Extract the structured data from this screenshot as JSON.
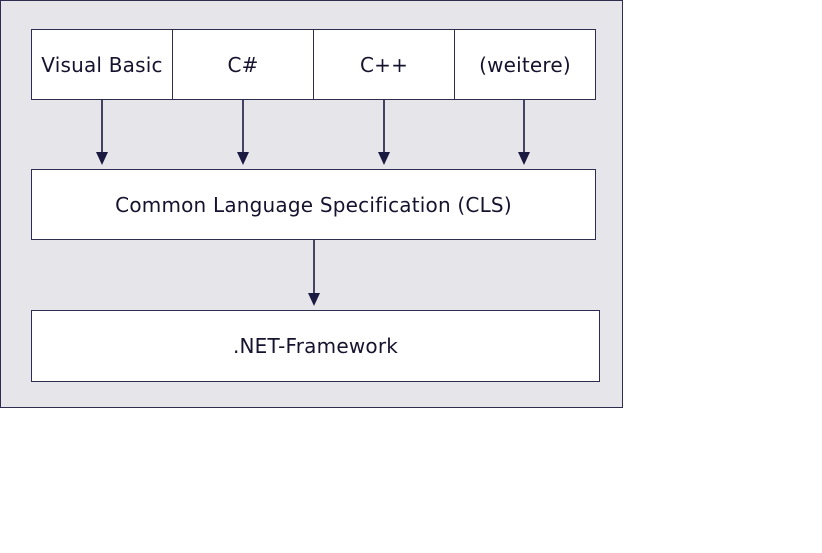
{
  "diagram": {
    "languages": [
      {
        "label": "Visual Basic"
      },
      {
        "label": "C#"
      },
      {
        "label": "C++"
      },
      {
        "label": "(weitere)"
      }
    ],
    "cls": {
      "label": "Common Language Specification (CLS)"
    },
    "framework": {
      "label": ".NET-Framework"
    }
  },
  "colors": {
    "background": "#e6e5ea",
    "border": "#2f2d4f",
    "arrow": "#1b1a40",
    "text": "#15132e",
    "box_fill": "#ffffff"
  }
}
